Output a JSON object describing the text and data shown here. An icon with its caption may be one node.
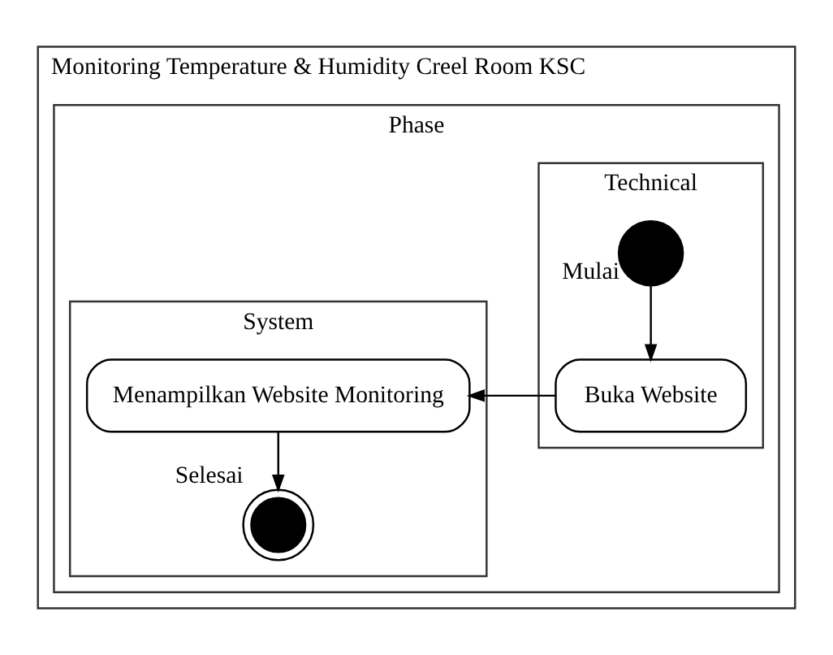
{
  "diagram": {
    "nodes": [
      {
        "text": [
          "Monitoring Temperature & Humidity Creel Room KSC"
        ]
      },
      {
        "text": [
          "Phase"
        ],
        "in": 0
      },
      {
        "text": [
          "Technical"
        ],
        "in": 1
      },
      {
        "text": [
          "System"
        ],
        "in": 1
      },
      {
        "text": [],
        "shape": "circle",
        "beside": [
          "Mulai"
        ],
        "in": 2
      },
      {
        "text": [
          "Buka Website"
        ],
        "in": 2
      },
      {
        "text": [
          "Menampilkan Website Monitoring"
        ],
        "in": 3
      },
      {
        "text": [],
        "shape": "bullseye",
        "beside": [
          "Selesai"
        ],
        "in": 3
      }
    ],
    "edges": [
      {
        "from": 4,
        "to": 5,
        "arrow": "to"
      },
      {
        "from": 5,
        "to": 6,
        "arrow": "to"
      },
      {
        "from": 6,
        "to": 7,
        "arrow": "to"
      }
    ]
  }
}
